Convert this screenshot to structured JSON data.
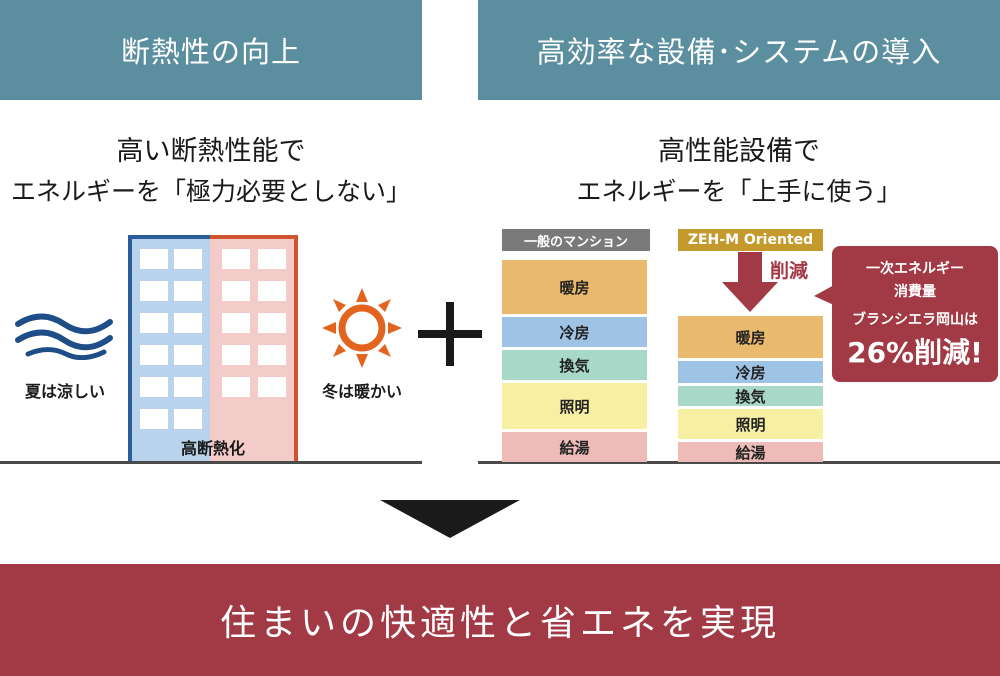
{
  "left": {
    "header": "断熱性の向上",
    "subtitle_line1": "高い断熱性能で",
    "subtitle_line2": "エネルギーを「極力必要としない」",
    "summer_label": "夏は涼しい",
    "winter_label": "冬は暖かい",
    "building_label": "高断熱化"
  },
  "plus": "+",
  "right": {
    "header": "高効率な設備･システムの導入",
    "subtitle_line1": "高性能設備で",
    "subtitle_line2": "エネルギーを「上手に使う」",
    "general_tag": "一般のマンション",
    "zeh_tag": "ZEH-M Oriented",
    "reduction_label": "削減",
    "general_segments": [
      "暖房",
      "冷房",
      "換気",
      "照明",
      "給湯"
    ],
    "zeh_segments": [
      "暖房",
      "冷房",
      "換気",
      "照明",
      "給湯"
    ],
    "callout_line1": "一次エネルギー",
    "callout_line2": "消費量",
    "callout_line3": "ブランシエラ岡山は",
    "callout_line4": "26%削減!"
  },
  "footer": "住まいの快適性と省エネを実現",
  "colors": {
    "header": "#5b8f9f",
    "footer": "#a23a45",
    "heating": "#e9b96e",
    "cooling": "#9ec3e4",
    "ventilation": "#a8d9c8",
    "lighting": "#f7f0a2",
    "hotwater": "#eebcb8",
    "general_tag": "#7a7a7a",
    "zeh_tag": "#c49a2c",
    "accent_red": "#a23a45"
  }
}
